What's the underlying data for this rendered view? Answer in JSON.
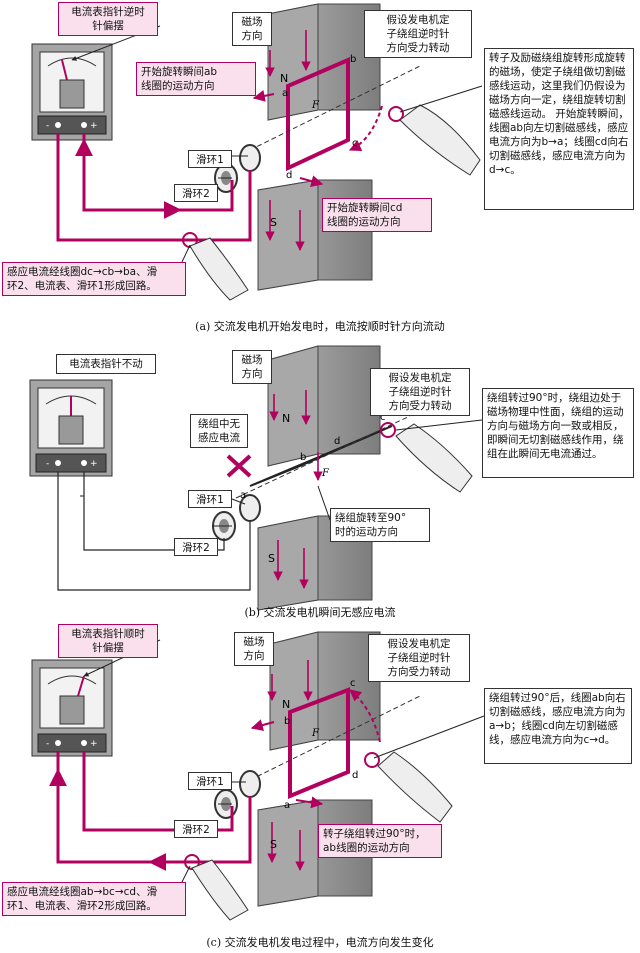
{
  "panel_a": {
    "meter_note": "电流表指针逆时\n针偏摆",
    "field_note": "磁场\n方向",
    "stator_note": "假设发电机定\n子绕组逆时针\n方向受力转动",
    "motion_note": "开始旋转瞬间ab\n线圈的运动方向",
    "explain_note": "转子及励磁绕组旋转形成旋转的磁场，使定子绕组做切割磁感线运动，这里我们仍假设为磁场方向一定，绕组旋转切割磁感线运动。\n开始旋转瞬间，线圈ab向左切割磁感线，感应电流方向为b→a；线圈cd向右切割磁感线，感应电流方向为d→c。",
    "slip1": "滑环1",
    "slip2": "滑环2",
    "cd_note": "开始旋转瞬间cd\n线圈的运动方向",
    "circuit_note": "感应电流经线圈dc→cb→ba、滑\n环2、电流表、滑环1形成回路。",
    "caption": "(a) 交流发电机开始发电时，电流按顺时针方向流动"
  },
  "panel_b": {
    "meter_note": "电流表指针不动",
    "field_note": "磁场\n方向",
    "stator_note": "假设发电机定\n子绕组逆时针\n方向受力转动",
    "nocurrent_note": "绕组中无\n感应电流",
    "explain_note": "绕组转过90°时，绕组边处于磁场物理中性面，绕组的运动方向与磁场方向一致或相反，即瞬间无切割磁感线作用，绕组在此瞬间无电流通过。",
    "slip1": "滑环1",
    "slip2": "滑环2",
    "rotate_note": "绕组旋转至90°\n时的运动方向",
    "caption": "(b) 交流发电机瞬间无感应电流"
  },
  "panel_c": {
    "meter_note": "电流表指针顺时\n针偏摆",
    "field_note": "磁场\n方向",
    "stator_note": "假设发电机定\n子绕组逆时针\n方向受力转动",
    "explain_note": "绕组转过90°后，线圈ab向右切割磁感线，感应电流方向为a→b；线圈cd向左切割磁感线，感应电流方向为c→d。",
    "slip1": "滑环1",
    "slip2": "滑环2",
    "rotor_note": "转子绕组转过90°时，\nab线圈的运动方向",
    "circuit_note": "感应电流经线圈ab→bc→cd、滑\n环1、电流表、滑环2形成回路。",
    "caption": "(c) 交流发电机发电过程中，电流方向发生变化"
  },
  "glyphs": {
    "N": "N",
    "S": "S",
    "a": "a",
    "b": "b",
    "c": "c",
    "d": "d",
    "F": "F",
    "minus": "-",
    "plus": "+"
  },
  "colors": {
    "wire": "#b2005f",
    "pole": "#8a8a8a",
    "meter": "#9a9a9a"
  }
}
